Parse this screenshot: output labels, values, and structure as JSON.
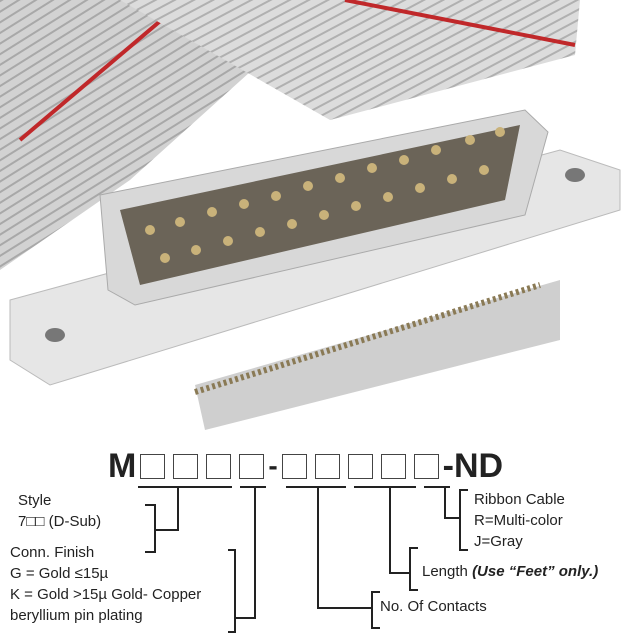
{
  "part_number": {
    "prefix": "M",
    "separator": "-",
    "suffix": "-ND",
    "boxes_group1": 4,
    "boxes_group2": 5
  },
  "legend": {
    "style": {
      "title": "Style",
      "value": "7□□ (D-Sub)"
    },
    "conn_finish": {
      "title": "Conn. Finish",
      "lines": [
        "G = Gold ≤15µ",
        "K = Gold >15µ Gold- Copper",
        "beryllium pin plating"
      ]
    },
    "contacts": {
      "title": "No. Of Contacts"
    },
    "length": {
      "title": "Length",
      "note": "(Use “Feet” only.)"
    },
    "ribbon": {
      "title": "Ribbon Cable",
      "lines": [
        "R=Multi-color",
        "J=Gray"
      ]
    }
  },
  "colors": {
    "cable": "#c9c9c9",
    "stripe": "#c0282a",
    "body": "#d9d9d9",
    "pin": "#c9b27a"
  }
}
